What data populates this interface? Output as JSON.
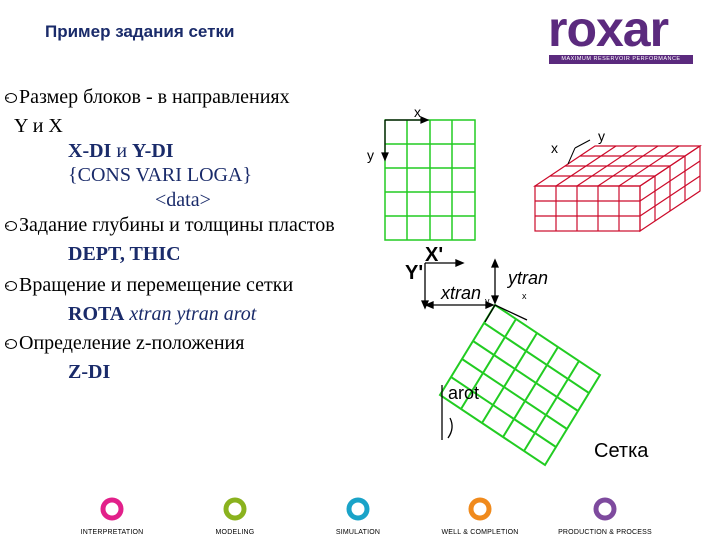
{
  "header": {
    "title": "Пример задания сетки",
    "logo_text": "roxar",
    "logo_tagline": "MAXIMUM RESERVOIR PERFORMANCE"
  },
  "bullets": [
    {
      "line1": "Размер блоков - в направлениях",
      "line2": "Y и X"
    },
    {
      "text": "Задание глубины и толщины пластов"
    },
    {
      "text": "Вращение и перемещение сетки"
    },
    {
      "text": "Определение z-положения"
    }
  ],
  "sub": {
    "xdi": "X-DI",
    "and_word": "и",
    "ydi": "Y-DI",
    "cons": "{CONS VARI LOGA}",
    "data": "<data>",
    "dept": "DEPT, THIC",
    "rota": "ROTA",
    "rota_args": "xtran ytran arot",
    "zdi": "Z-DI"
  },
  "diagram": {
    "grid_x": "x",
    "grid_y": "y",
    "box_x": "x",
    "box_y": "y",
    "rot_X": "X'",
    "rot_Y": "Y'",
    "xtran": "xtran",
    "ytran": "ytran",
    "small_y": "y",
    "small_x": "x",
    "arot": "arot",
    "caption": "Сетка"
  },
  "footer": [
    {
      "label": "INTERPRETATION",
      "color": "#e2208a"
    },
    {
      "label": "MODELING",
      "color": "#8ab21e"
    },
    {
      "label": "SIMULATION",
      "color": "#1aa3c8"
    },
    {
      "label": "WELL & COMPLETION",
      "color": "#f08a1c"
    },
    {
      "label": "PRODUCTION & PROCESS",
      "color": "#7e4a9e"
    }
  ]
}
